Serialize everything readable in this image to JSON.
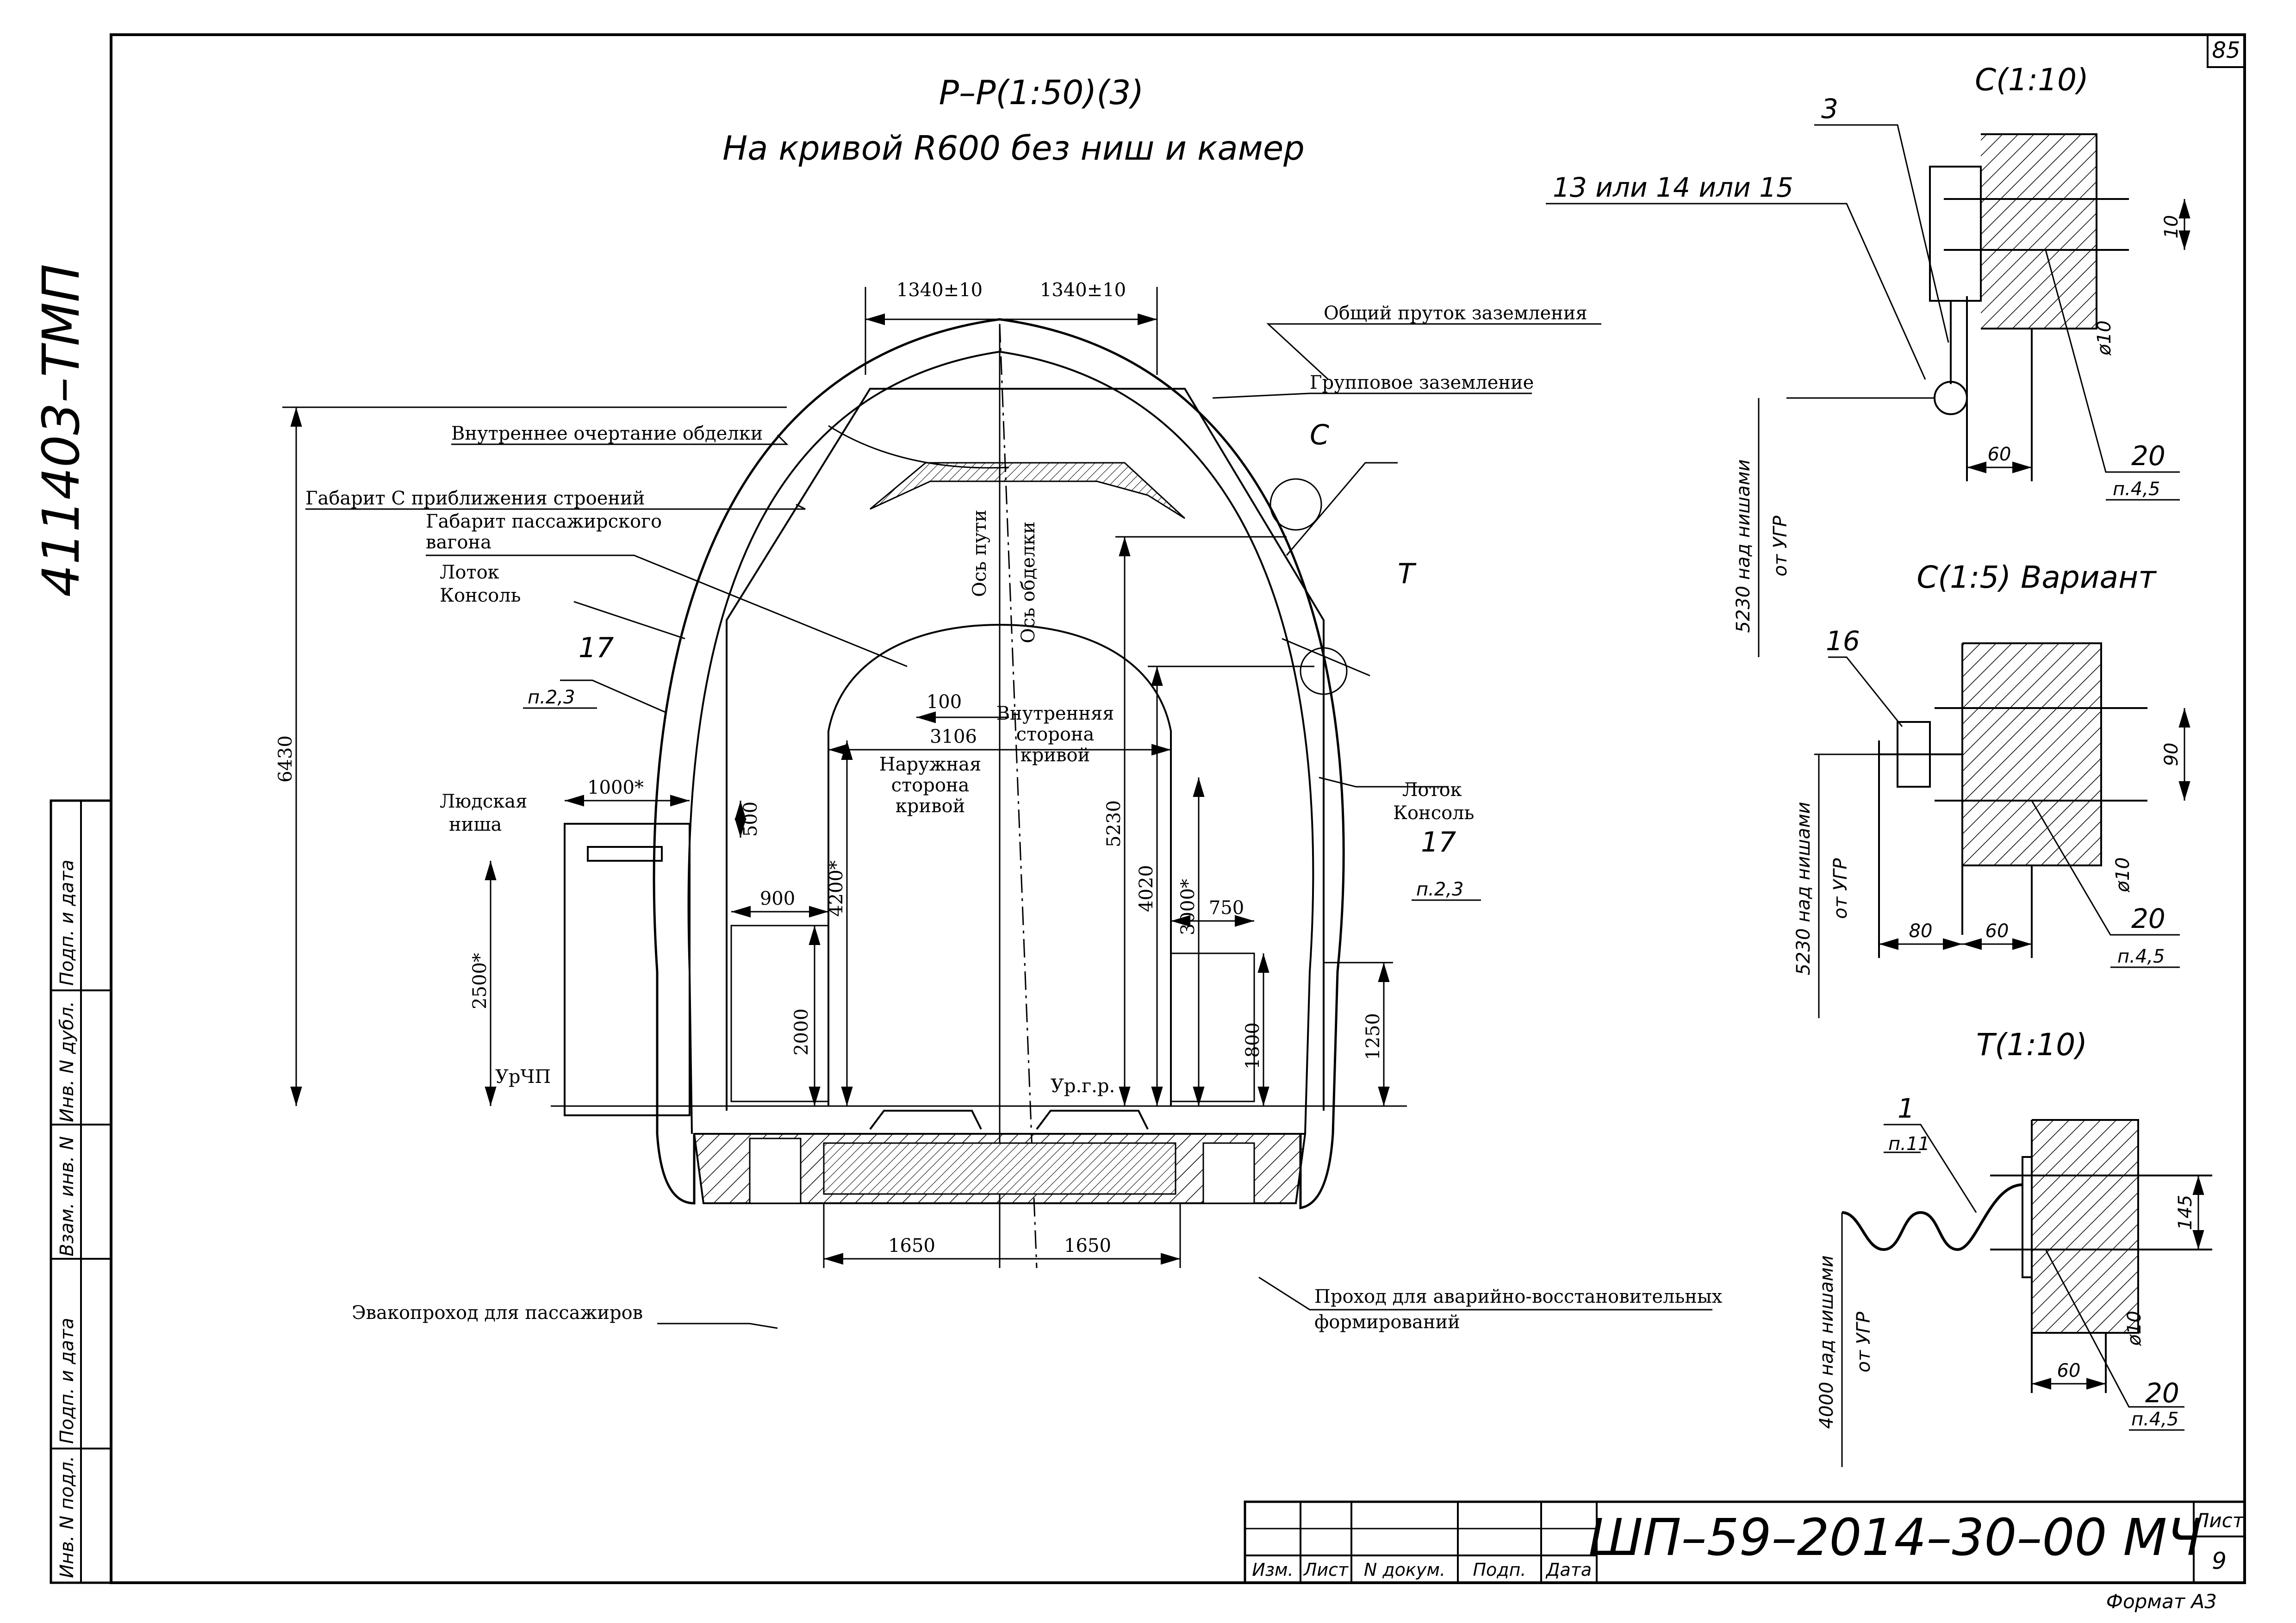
{
  "sheet": {
    "page_number": "85",
    "side_code": "411403–ТМП",
    "stamp_code": "ШП–59–2014–30–00 МЧ",
    "sheet_label": "Лист",
    "sheet_number": "9",
    "format": "Формат А3",
    "title_block_headers": [
      "Изм.",
      "Лист",
      "N докум.",
      "Подп.",
      "Дата"
    ],
    "side_stamp_labels": [
      "Подп. и дата",
      "Инв. N дубл.",
      "Взам. инв. N",
      "Подп. и дата",
      "Инв. N подл."
    ]
  },
  "main_view": {
    "title": "Р–Р(1:50)(3)",
    "subtitle": "На кривой R600 без ниш и камер",
    "leaders": {
      "common_ground": "Общий пруток заземления",
      "group_ground": "Групповое заземление",
      "inner_lining": "Внутреннее очертание обделки",
      "gauge_c": "Габарит С приближения строений",
      "passenger_car_gauge_1": "Габарит пассажирского",
      "passenger_car_gauge_2": "вагона",
      "tray_left": "Лоток",
      "console_left": "Консоль",
      "tray_right": "Лоток",
      "console_right": "Консоль",
      "people_niche_1": "Людская",
      "people_niche_2": "ниша",
      "urchp": "УрЧП",
      "urgr": "Ур.г.р.",
      "evac": "Эвакопроход для пассажиров",
      "emergency_1": "Проход для аварийно-восстановительных",
      "emergency_2": "формирований",
      "track_axis": "Ось пути",
      "lining_axis": "Ось обделки",
      "inner_side_1": "Внутренняя",
      "inner_side_2": "сторона",
      "inner_side_3": "кривой",
      "outer_side_1": "Наружная",
      "outer_side_2": "сторона",
      "outer_side_3": "кривой",
      "callout_c": "С",
      "callout_t": "Т",
      "pos17": "17",
      "pos17_note": "п.2,3"
    },
    "dims": {
      "top_left": "1340±10",
      "top_right": "1340±10",
      "h6430": "6430",
      "w1000": "1000*",
      "h500": "500",
      "w900": "900",
      "h2500": "2500*",
      "h2000": "2000",
      "h4200": "4200*",
      "d100": "100",
      "d3106": "3106",
      "h5230": "5230",
      "h4020": "4020",
      "h3000": "3000*",
      "w750": "750",
      "h1800": "1800",
      "h1250": "1250",
      "b1650a": "1650",
      "b1650b": "1650"
    }
  },
  "detail_c1": {
    "title": "С(1:10)",
    "pos3": "3",
    "pos13": "13 или 14 или 15",
    "d10": "10",
    "phi10": "ø10",
    "d60": "60",
    "pos20": "20",
    "pos20_note": "п.4,5",
    "height_1": "5230 над нишами",
    "height_2": "от УГР"
  },
  "detail_c2": {
    "title": "С(1:5) Вариант",
    "pos16": "16",
    "d90": "90",
    "phi10": "ø10",
    "d80": "80",
    "d60": "60",
    "pos20": "20",
    "pos20_note": "п.4,5",
    "height_1": "5230 над нишами",
    "height_2": "от УГР"
  },
  "detail_t": {
    "title": "Т(1:10)",
    "pos1": "1",
    "pos1_note": "п.11",
    "d145": "145",
    "phi10": "ø10",
    "d60": "60",
    "pos20": "20",
    "pos20_note": "п.4,5",
    "height_1": "4000 над нишами",
    "height_2": "от УГР"
  }
}
